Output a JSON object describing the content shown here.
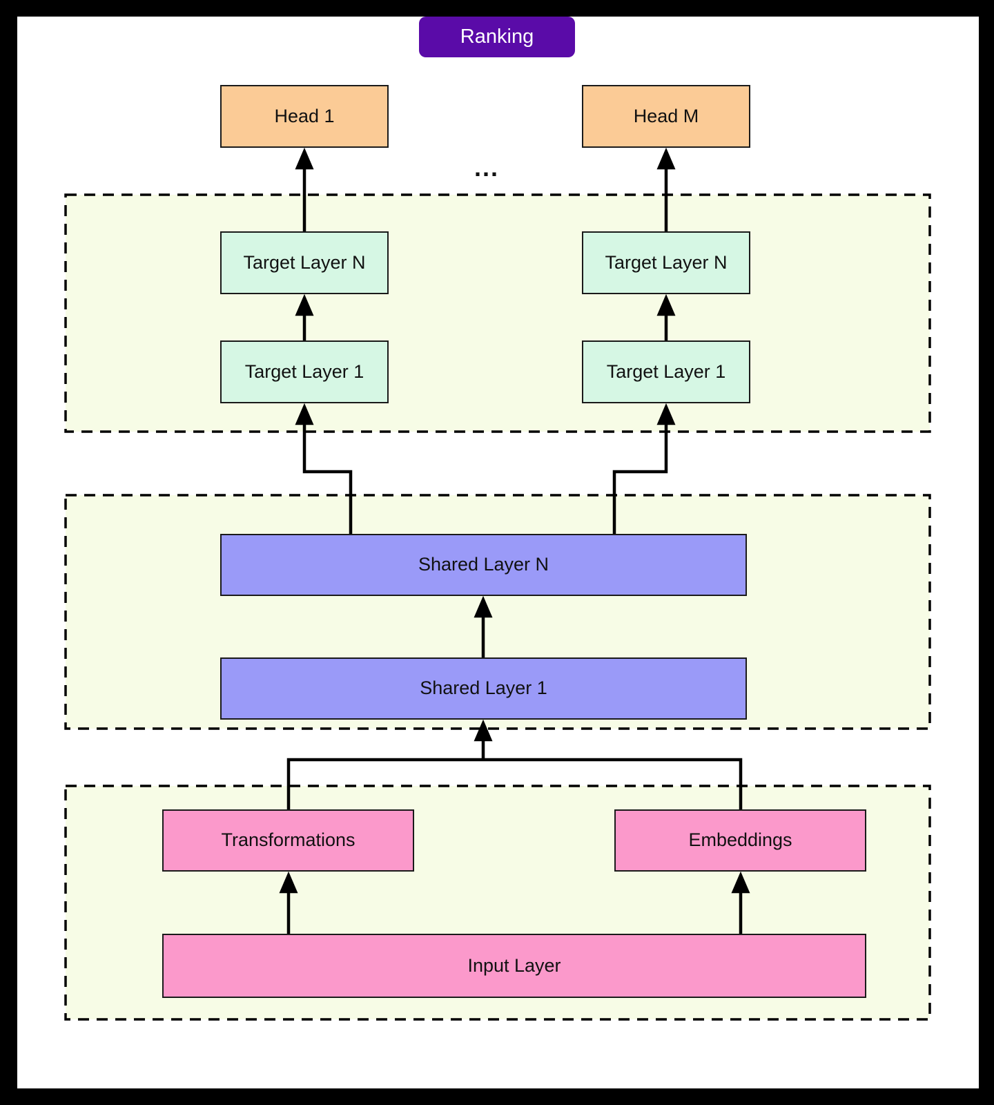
{
  "colors": {
    "frame": "#000000",
    "canvas": "#ffffff",
    "region_bg": "#f7fce6",
    "line": "#000000",
    "title_bg": "#5a0ba8",
    "title_text": "#ffffff",
    "head_fill": "#fbcb96",
    "target_fill": "#d6f7e4",
    "shared_fill": "#9a9af8",
    "input_fill": "#fb99cb"
  },
  "diagram": {
    "title": "Ranking",
    "ellipsis": "...",
    "heads": {
      "h1": "Head 1",
      "hm": "Head M"
    },
    "target_region": {
      "left_layer_n": "Target Layer N",
      "left_layer_1": "Target Layer 1",
      "right_layer_n": "Target Layer N",
      "right_layer_1": "Target Layer 1"
    },
    "shared_region": {
      "layer_n": "Shared Layer N",
      "layer_1": "Shared Layer 1"
    },
    "input_region": {
      "transformations": "Transformations",
      "embeddings": "Embeddings",
      "input_layer": "Input Layer"
    }
  }
}
